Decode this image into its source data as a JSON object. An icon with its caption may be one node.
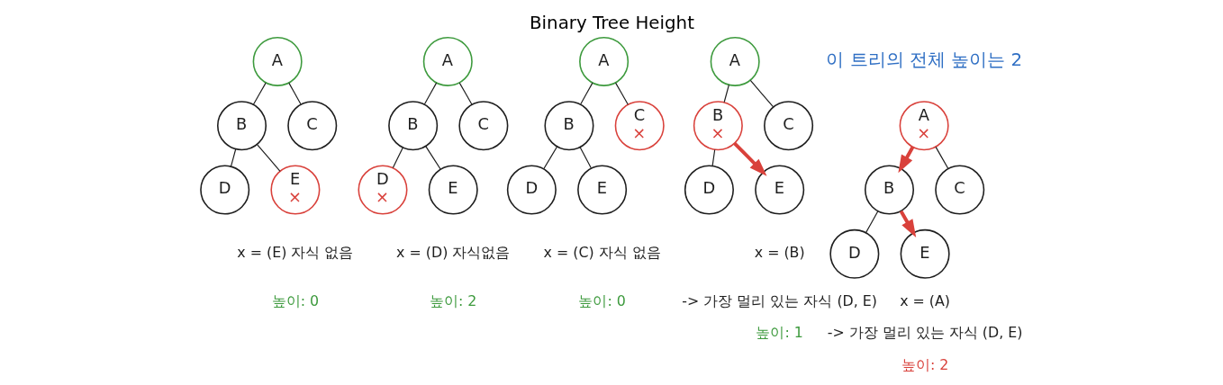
{
  "diagram": {
    "title": "Binary Tree Height",
    "nodes": [
      {
        "text": [
          "A"
        ]
      },
      {
        "text": [
          "B"
        ]
      },
      {
        "text": [
          "C"
        ]
      },
      {
        "text": [
          "D"
        ]
      },
      {
        "text": [
          "E",
          "×"
        ]
      },
      {
        "text": [
          "A"
        ]
      },
      {
        "text": [
          "B"
        ]
      },
      {
        "text": [
          "C"
        ]
      },
      {
        "text": [
          "D",
          "×"
        ]
      },
      {
        "text": [
          "E"
        ]
      },
      {
        "text": [
          "A"
        ]
      },
      {
        "text": [
          "B"
        ]
      },
      {
        "text": [
          "C",
          "×"
        ]
      },
      {
        "text": [
          "D"
        ]
      },
      {
        "text": [
          "E"
        ]
      },
      {
        "text": [
          "A"
        ]
      },
      {
        "text": [
          "B",
          "×"
        ]
      },
      {
        "text": [
          "C"
        ]
      },
      {
        "text": [
          "D"
        ]
      },
      {
        "text": [
          "E"
        ]
      },
      {
        "text": [
          "A",
          "×"
        ]
      },
      {
        "text": [
          "B"
        ]
      },
      {
        "text": [
          "C"
        ]
      },
      {
        "text": [
          "D"
        ]
      },
      {
        "text": [
          "E"
        ]
      }
    ],
    "edges": [
      {
        "from": 0,
        "to": 1,
        "arrow": "none"
      },
      {
        "from": 0,
        "to": 2,
        "arrow": "none"
      },
      {
        "from": 1,
        "to": 3,
        "arrow": "none"
      },
      {
        "from": 1,
        "to": 4,
        "arrow": "none"
      },
      {
        "from": 5,
        "to": 6,
        "arrow": "none"
      },
      {
        "from": 5,
        "to": 7,
        "arrow": "none"
      },
      {
        "from": 6,
        "to": 8,
        "arrow": "none"
      },
      {
        "from": 6,
        "to": 9,
        "arrow": "none"
      },
      {
        "from": 10,
        "to": 11,
        "arrow": "none"
      },
      {
        "from": 10,
        "to": 12,
        "arrow": "none"
      },
      {
        "from": 11,
        "to": 13,
        "arrow": "none"
      },
      {
        "from": 11,
        "to": 14,
        "arrow": "none"
      },
      {
        "from": 15,
        "to": 16,
        "arrow": "none"
      },
      {
        "from": 15,
        "to": 17,
        "arrow": "none"
      },
      {
        "from": 16,
        "to": 18,
        "arrow": "none"
      },
      {
        "from": 16,
        "to": 19,
        "arrow": "to",
        "style": "thick",
        "color": "#d9413b"
      },
      {
        "from": 20,
        "to": 21,
        "arrow": "to",
        "style": "thick",
        "color": "#d9413b"
      },
      {
        "from": 20,
        "to": 22,
        "arrow": "none"
      },
      {
        "from": 21,
        "to": 23,
        "arrow": "none"
      },
      {
        "from": 21,
        "to": 24,
        "arrow": "to",
        "style": "thick",
        "color": "#d9413b"
      }
    ],
    "labels": [
      "이 트리의 전체 높이는 2",
      "x = (E) 자식 없음",
      "높이: 0",
      "x = (D) 자식없음",
      "높이: 2",
      "x = (C) 자식 없음",
      "높이: 0",
      "x = (B)",
      "-> 가장 멀리 있는 자식 (D, E)",
      "높이: 1",
      "x = (A)",
      "-> 가장 멀리 있는 자식 (D, E)",
      "높이: 2"
    ]
  }
}
